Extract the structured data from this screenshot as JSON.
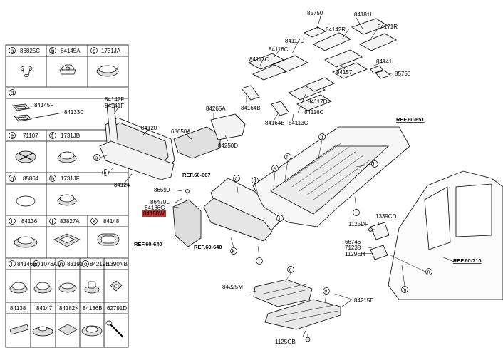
{
  "legend": {
    "cells": [
      {
        "letter": "a",
        "part": "86825C"
      },
      {
        "letter": "b",
        "part": "84145A"
      },
      {
        "letter": "c",
        "part": "1731JA"
      },
      {
        "letter": "d",
        "part": ""
      },
      {
        "letter": "e",
        "part": "71107"
      },
      {
        "letter": "f",
        "part": "1731JB"
      },
      {
        "letter": "g",
        "part": "85864"
      },
      {
        "letter": "h",
        "part": "1731JF"
      },
      {
        "letter": "i",
        "part": "84136"
      },
      {
        "letter": "j",
        "part": "83827A"
      },
      {
        "letter": "k",
        "part": "84148"
      },
      {
        "letter": "l",
        "part": "84146B"
      },
      {
        "letter": "m",
        "part": "1076AM"
      },
      {
        "letter": "n",
        "part": "83191"
      },
      {
        "letter": "o",
        "part": "84219E"
      },
      {
        "letter": "",
        "part": "1390NB"
      },
      {
        "letter": "",
        "part": "84138"
      },
      {
        "letter": "",
        "part": "84147"
      },
      {
        "letter": "",
        "part": "84182K"
      },
      {
        "letter": "",
        "part": "84136B"
      },
      {
        "letter": "",
        "part": "62791D"
      }
    ],
    "d_labels": [
      "84145F",
      "84133C"
    ]
  },
  "callouts": {
    "p85750a": "85750",
    "p84181L": "84181L",
    "p84142R": "84142R",
    "p84171R": "84171R",
    "p84117Da": "84117D",
    "p84116Ca": "84116C",
    "p84113Ca": "84113C",
    "p84141L": "84141L",
    "p84157": "84157",
    "p85750b": "85750",
    "p84164Ba": "84164B",
    "p84117Db": "84117D",
    "p84116Cb": "84116C",
    "p84164Bb": "84164B",
    "p84113Cb": "84113C",
    "p84265A": "84265A",
    "p84142F": "84142F",
    "p84141F": "84141F",
    "p84120": "84120",
    "p68650A": "68650A",
    "p84250D": "84250D",
    "p84124": "84124",
    "p86590": "86590",
    "p86470L": "86470L",
    "p84186G": "84186G",
    "p84158W": "84158W",
    "p1125DF": "1125DF",
    "p1339CD": "1339CD",
    "p66746": "66746",
    "p71238": "71238",
    "p1129EH": "1129EH",
    "p84225M": "84225M",
    "p84215E": "84215E",
    "p1125GB": "1125GB"
  },
  "refs": {
    "r1": "REF.60-651",
    "r2": "REF.60-667",
    "r3": "REF.60-640",
    "r4": "REF.60-640",
    "r5": "REF.60-710"
  },
  "markers": [
    "a",
    "b",
    "c",
    "d",
    "e",
    "f",
    "g",
    "h",
    "i",
    "j",
    "k",
    "l",
    "m",
    "n",
    "o"
  ]
}
